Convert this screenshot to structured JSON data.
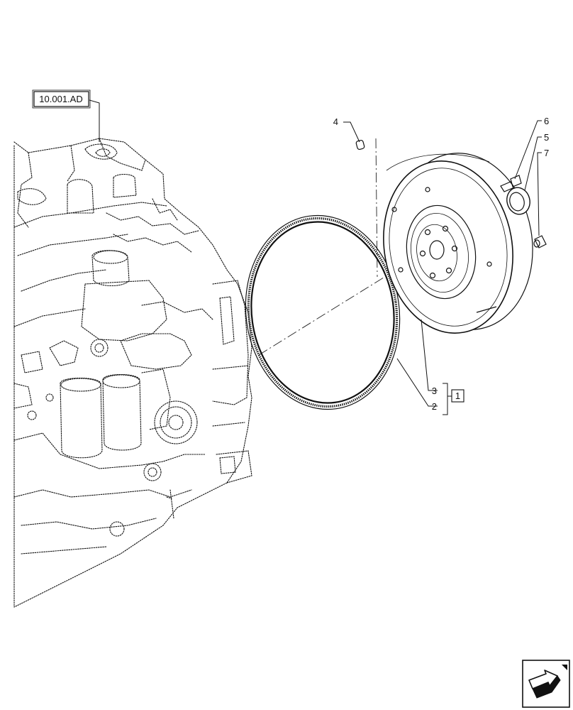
{
  "reference_label": "10.001.AD",
  "callouts": [
    {
      "id": "c4",
      "text": "4"
    },
    {
      "id": "c6",
      "text": "6"
    },
    {
      "id": "c5",
      "text": "5"
    },
    {
      "id": "c7",
      "text": "7"
    },
    {
      "id": "c3",
      "text": "3"
    },
    {
      "id": "c2",
      "text": "2"
    }
  ],
  "assembly_box_label": "1",
  "nav_icon": "arrow-navigation-icon"
}
